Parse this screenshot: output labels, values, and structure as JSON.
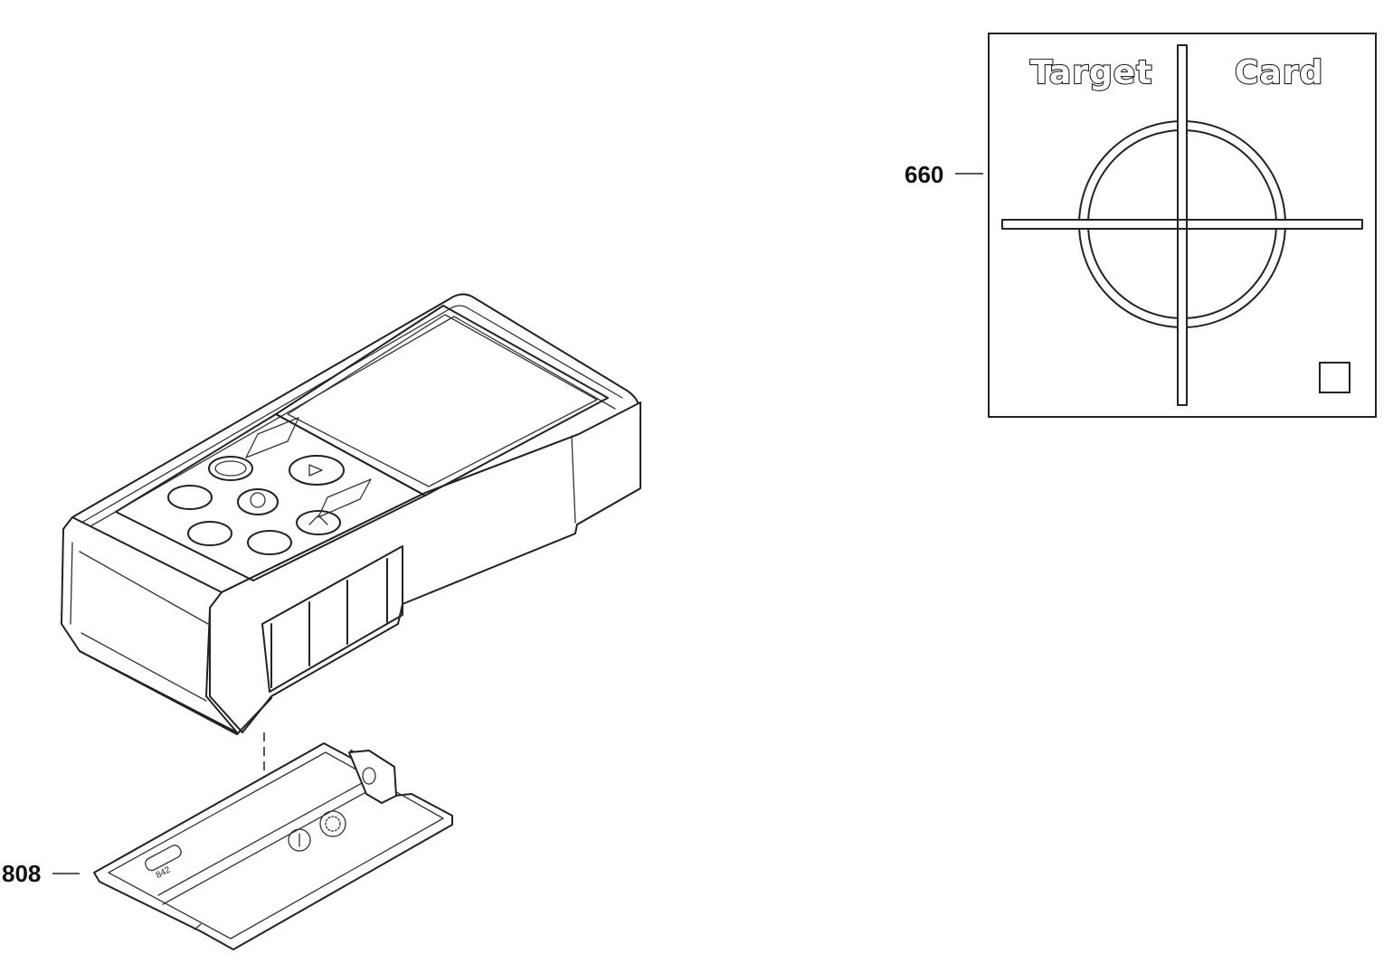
{
  "callouts": {
    "target_card": "660",
    "battery_cover": "808"
  },
  "target_card": {
    "word_left": "Target",
    "word_right": "Card"
  },
  "battery_cover": {
    "molded_text": "842"
  },
  "icons": {
    "device": "laser-distance-meter-illustration",
    "cover": "battery-cover-illustration",
    "card": "target-card-illustration"
  }
}
